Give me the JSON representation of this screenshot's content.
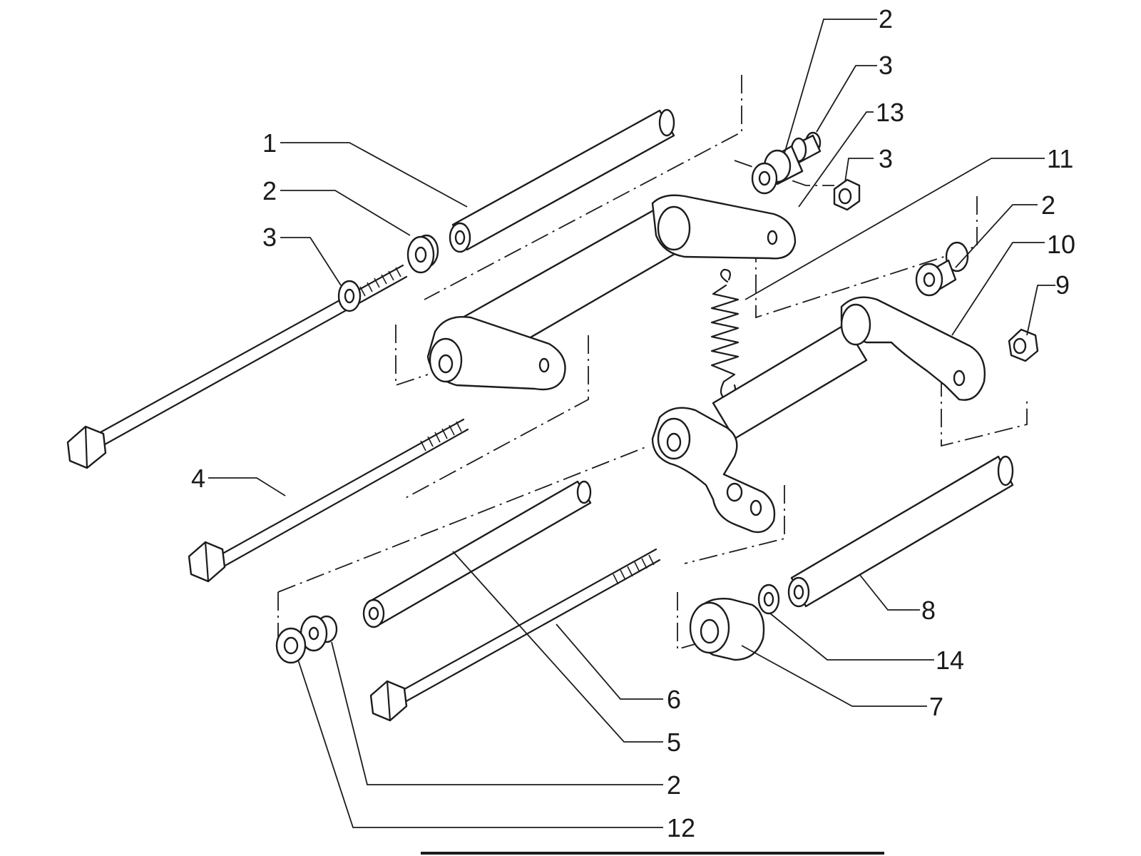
{
  "callouts": [
    {
      "id": "c-2-top",
      "text": "2"
    },
    {
      "id": "c-3-top",
      "text": "3"
    },
    {
      "id": "c-13",
      "text": "13"
    },
    {
      "id": "c-3-mid",
      "text": "3"
    },
    {
      "id": "c-11",
      "text": "11"
    },
    {
      "id": "c-2-right",
      "text": "2"
    },
    {
      "id": "c-10",
      "text": "10"
    },
    {
      "id": "c-9",
      "text": "9"
    },
    {
      "id": "c-1",
      "text": "1"
    },
    {
      "id": "c-2-left",
      "text": "2"
    },
    {
      "id": "c-3-left",
      "text": "3"
    },
    {
      "id": "c-4",
      "text": "4"
    },
    {
      "id": "c-8",
      "text": "8"
    },
    {
      "id": "c-14",
      "text": "14"
    },
    {
      "id": "c-7",
      "text": "7"
    },
    {
      "id": "c-6",
      "text": "6"
    },
    {
      "id": "c-5",
      "text": "5"
    },
    {
      "id": "c-2-bottom",
      "text": "2"
    },
    {
      "id": "c-12",
      "text": "12"
    }
  ]
}
